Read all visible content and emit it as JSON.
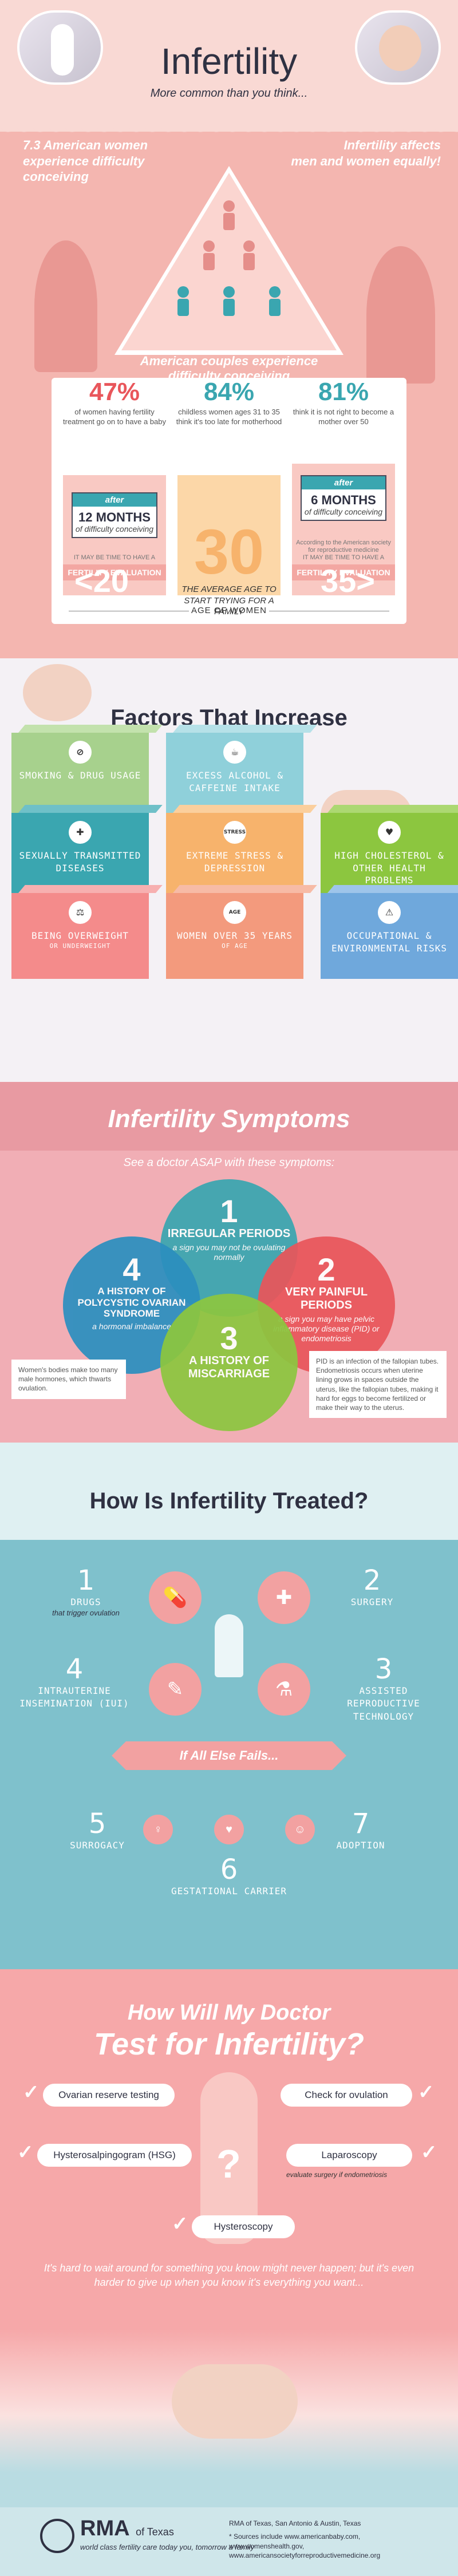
{
  "header": {
    "title": "Infertility",
    "subtitle": "More common than you think...",
    "stat_left": "7.3 American women experience difficulty conceiving",
    "stat_right_1": "Infertility affects",
    "stat_right_2": "men and women equally!",
    "caption_1": "American couples experience",
    "caption_2": "difficulty conceiving",
    "pct_1": "47%",
    "pct_1_desc": "of women having fertility treatment go on to have a baby",
    "pct_2": "84%",
    "pct_2_desc": "childless women ages 31 to 35 think it's too late for motherhood",
    "pct_3": "81%",
    "pct_3_desc": "think it is not right to become a mother over 50",
    "after_tag": "after",
    "after_1_months": "12 MONTHS",
    "after_1_small": "of difficulty conceiving",
    "after_2_months": "6 MONTHS",
    "after_2_small": "of difficulty conceiving",
    "note_1": "IT MAY BE TIME TO HAVE A",
    "note_2": "According to the American society for reproductive medicine",
    "note_3": "IT MAY BE TIME TO HAVE A",
    "fert_eval": "FERTILITY EVALUATION",
    "avg_num": "30",
    "avg_text": "THE AVERAGE AGE TO START TRYING FOR A FAMILY",
    "age_under": "<20",
    "age_over": "35>",
    "age_axis": "AGE OF WOMEN"
  },
  "factors": {
    "title": "Factors That Increase",
    "subtitle": "the Risk of Infertility:",
    "items": [
      {
        "label": "SMOKING & DRUG USAGE",
        "sub": "",
        "icon": "smoking-icon",
        "glyph": "⊘"
      },
      {
        "label": "EXCESS ALCOHOL & CAFFEINE INTAKE",
        "sub": "",
        "icon": "alcohol-icon",
        "glyph": "☕"
      },
      {
        "label": "SEXUALLY TRANSMITTED DISEASES",
        "sub": "",
        "icon": "std-icon",
        "glyph": "✚"
      },
      {
        "label": "EXTREME STRESS & DEPRESSION",
        "sub": "",
        "icon": "stress-icon",
        "glyph": "STRESS"
      },
      {
        "label": "HIGH CHOLESTEROL & OTHER HEALTH PROBLEMS",
        "sub": "",
        "icon": "health-icon",
        "glyph": "♥"
      },
      {
        "label": "BEING OVERWEIGHT",
        "sub": "OR UNDERWEIGHT",
        "icon": "weight-icon",
        "glyph": "⚖"
      },
      {
        "label": "WOMEN OVER 35 YEARS",
        "sub": "OF AGE",
        "icon": "age-icon",
        "glyph": "AGE"
      },
      {
        "label": "OCCUPATIONAL & ENVIRONMENTAL RISKS",
        "sub": "",
        "icon": "environment-icon",
        "glyph": "⚠"
      }
    ]
  },
  "symptoms": {
    "title": "Infertility Symptoms",
    "subtitle": "See a doctor ASAP with these symptoms:",
    "items": [
      {
        "num": "1",
        "title": "IRREGULAR PERIODS",
        "sub": "a sign you may not be ovulating normally",
        "color": "#3aa6b0"
      },
      {
        "num": "2",
        "title": "VERY PAINFUL PERIODS",
        "sub": "a sign you may have pelvic inflammatory disease (PID) or endometriosis",
        "color": "#e9565b"
      },
      {
        "num": "3",
        "title": "A HISTORY OF MISCARRIAGE",
        "sub": "",
        "color": "#8cc63f"
      },
      {
        "num": "4",
        "title": "A HISTORY OF POLYCYSTIC OVARIAN SYNDROME",
        "sub": "a hormonal imbalance",
        "color": "#2c8fbf"
      }
    ],
    "note_left": "Women's bodies make too many male hormones, which thwarts ovulation.",
    "note_right": "PID is an infection of the fallopian tubes. Endometriosis occurs when uterine lining grows in spaces outside the uterus, like the fallopian tubes, making it hard for eggs to become fertilized or make their way to the uterus."
  },
  "treated": {
    "title": "How Is Infertility Treated?",
    "items": [
      {
        "num": "1",
        "title": "DRUGS",
        "desc": "that trigger ovulation"
      },
      {
        "num": "2",
        "title": "SURGERY",
        "desc": ""
      },
      {
        "num": "3",
        "title": "ASSISTED REPRODUCTIVE TECHNOLOGY",
        "desc": ""
      },
      {
        "num": "4",
        "title": "INTRAUTERINE INSEMINATION (IUI)",
        "desc": ""
      }
    ],
    "banner": "If All Else Fails...",
    "fail_items": [
      {
        "num": "5",
        "title": "SURROGACY"
      },
      {
        "num": "6",
        "title": "GESTATIONAL CARRIER"
      },
      {
        "num": "7",
        "title": "ADOPTION"
      }
    ]
  },
  "tests": {
    "title_1": "How Will My Doctor",
    "title_2": "Test for Infertility?",
    "items": [
      "Ovarian reserve testing",
      "Check for ovulation",
      "Hysterosalpingogram (HSG)",
      "Laparoscopy",
      "Hysteroscopy"
    ],
    "laparoscopy_note": "evaluate surgery if endometriosis",
    "quote": "It's hard to wait around for something you know might never happen; but it's even harder to give up when you know it's everything you want..."
  },
  "footer": {
    "logo": "RMA",
    "logo_suffix": "of Texas",
    "tagline": "world class fertility care today you, tomorrow a family",
    "address": "RMA of Texas, San Antonio & Austin, Texas",
    "sources": "* Sources include www.americanbaby.com, www.womenshealth.gov, www.americansocietyforreproductivemedicine.org"
  }
}
